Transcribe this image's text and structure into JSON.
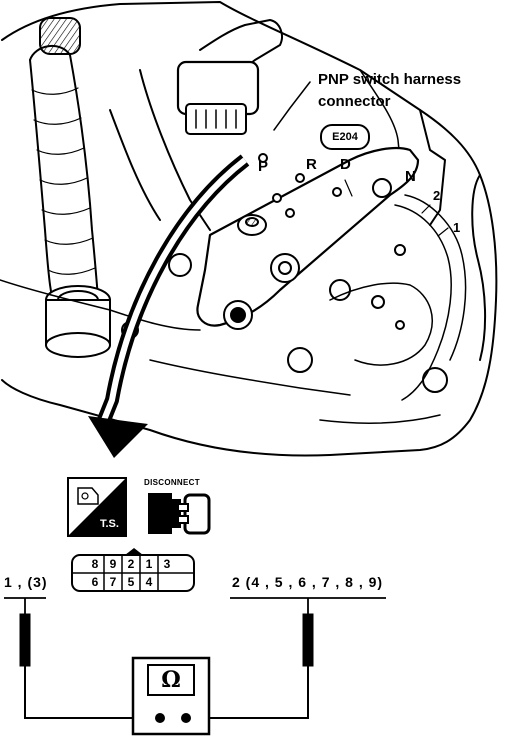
{
  "callout": {
    "line1": "PNP switch harness",
    "line2": "connector",
    "connector_id": "E204"
  },
  "positions": {
    "p": "P",
    "r": "R",
    "d": "D",
    "n": "N",
    "part_2": "2",
    "part_1": "1"
  },
  "icons": {
    "ts_label": "T.S.",
    "disconnect_label": "DISCONNECT"
  },
  "connector_pins": {
    "top_row": [
      "8",
      "9",
      "2",
      "1",
      "3"
    ],
    "bottom_row": [
      "6",
      "7",
      "5",
      "4"
    ]
  },
  "probes": {
    "left_terminal": "1 , (3)",
    "right_terminal": "2 (4 , 5 , 6 , 7 , 8 , 9)"
  },
  "meter": {
    "symbol": "Ω",
    "icon": "ohmmeter-icon"
  }
}
